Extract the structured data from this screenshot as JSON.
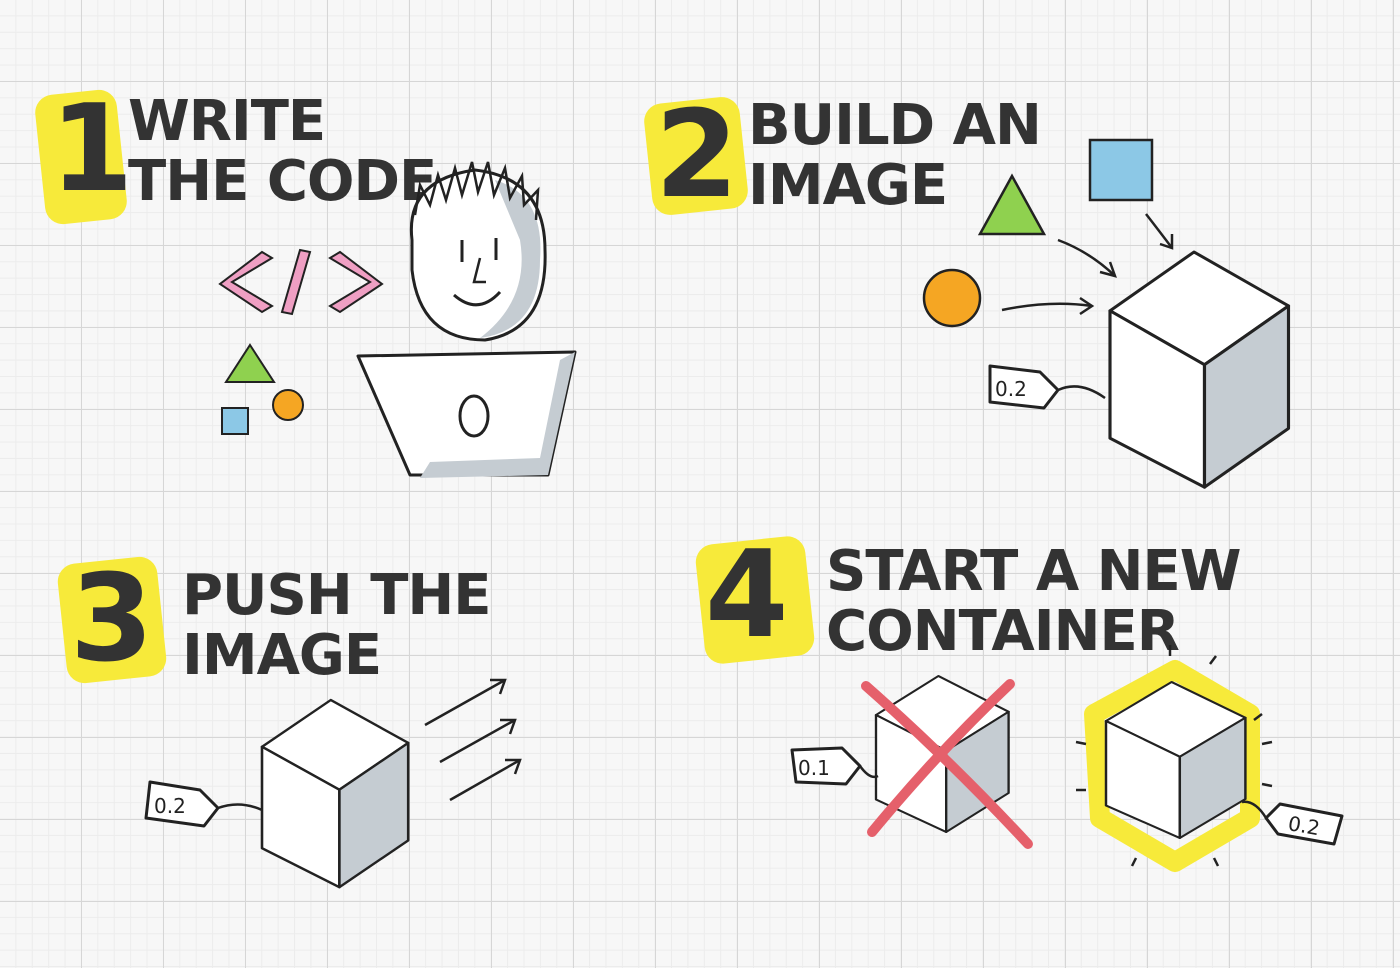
{
  "steps": [
    {
      "number": "1",
      "title_line1": "WRITE",
      "title_line2": "THE CODE"
    },
    {
      "number": "2",
      "title_line1": "BUILD AN",
      "title_line2": "IMAGE"
    },
    {
      "number": "3",
      "title_line1": "PUSH THE",
      "title_line2": "IMAGE"
    },
    {
      "number": "4",
      "title_line1": "START A NEW",
      "title_line2": "CONTAINER"
    }
  ],
  "code_symbol": "</>",
  "tags": {
    "step2_tag": "0.2",
    "step3_tag": "0.2",
    "step4_old_tag": "0.1",
    "step4_new_tag": "0.2"
  },
  "colors": {
    "highlight": "#f7ea3a",
    "ink": "#333333",
    "shadow": "#c5ccd2",
    "triangle": "#8fd14f",
    "square": "#8cc8e6",
    "circle": "#f5a623",
    "code_pink": "#ef9fc3",
    "cross_red": "#e5606b"
  }
}
